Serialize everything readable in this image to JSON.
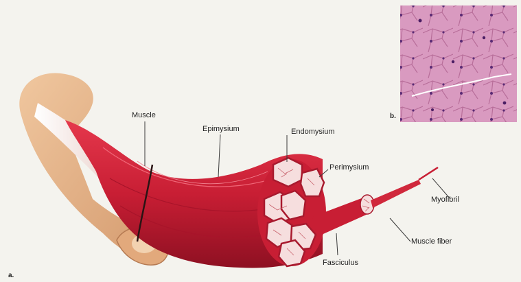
{
  "labels": {
    "muscle": "Muscle",
    "epimysium": "Epimysium",
    "endomysium": "Endomysium",
    "perimysium": "Perimysium",
    "myofibril": "Myofibril",
    "muscle_fiber": "Muscle fiber",
    "fasciculus": "Fasciculus"
  },
  "panels": {
    "a": "a.",
    "b": "b."
  },
  "colors": {
    "background": "#f4f3ee",
    "muscle_red": "#c81e34",
    "muscle_dark": "#8e1022",
    "bone": "#e8b58a",
    "tendon": "#f1e6dd",
    "micrograph": "#d58fb7"
  }
}
